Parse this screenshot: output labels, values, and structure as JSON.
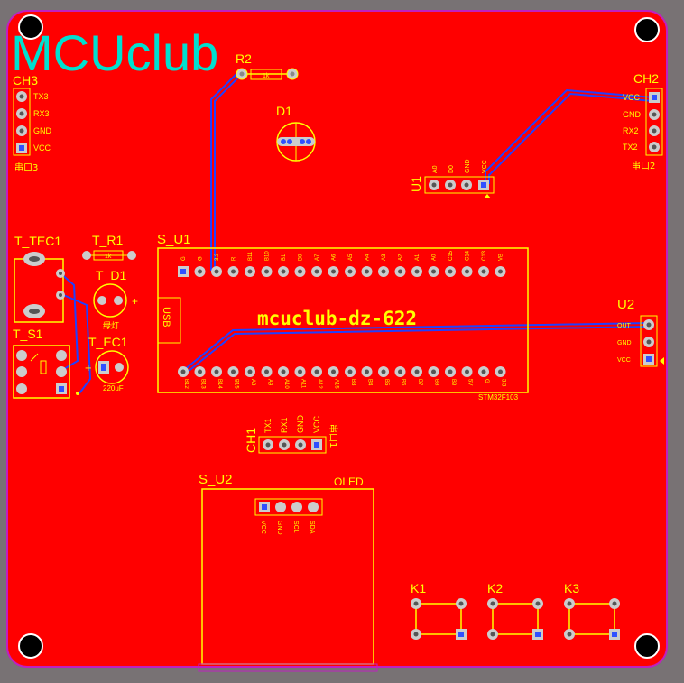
{
  "board": {
    "bg": "#787274",
    "copper": "#ff0000",
    "outline": "#c020c0",
    "silk": "#ffff00",
    "trace": "#2040ff"
  },
  "logo": "MCUclub",
  "brand": "mcuclub-dz-622",
  "resistors": {
    "r2_ref": "R2",
    "r2_val": "1k",
    "tr1_ref": "T_R1",
    "tr1_val": "1k"
  },
  "d1_ref": "D1",
  "ch3": {
    "ref": "CH3",
    "pins": [
      "TX3",
      "RX3",
      "GND",
      "VCC"
    ],
    "caption": "串口3"
  },
  "ch2": {
    "ref": "CH2",
    "pins": [
      "VCC",
      "GND",
      "RX2",
      "TX2"
    ],
    "caption": "串口2"
  },
  "u1": {
    "ref": "U1",
    "pins": [
      "A0",
      "D0",
      "GND",
      "VCC"
    ]
  },
  "u2": {
    "ref": "U2",
    "pins": [
      "OUT",
      "GND",
      "VCC"
    ]
  },
  "ch1": {
    "ref": "CH1",
    "pins": [
      "TX1",
      "RX1",
      "GND",
      "VCC"
    ],
    "caption": "串口1"
  },
  "tec1": "T_TEC1",
  "ts1": "T_S1",
  "td1": {
    "ref": "T_D1",
    "label": "绿灯"
  },
  "tec_cap": {
    "ref": "T_EC1",
    "value": "220uF"
  },
  "su1": {
    "ref": "S_U1",
    "usb": "USB",
    "chip": "STM32F103",
    "top_pins": [
      "G",
      "G",
      "3.3",
      "R",
      "B11",
      "B10",
      "B1",
      "B0",
      "A7",
      "A6",
      "A5",
      "A4",
      "A3",
      "A2",
      "A1",
      "A0",
      "C15",
      "C14",
      "C13",
      "VB"
    ],
    "bottom_pins": [
      "B12",
      "B13",
      "B14",
      "B15",
      "A8",
      "A9",
      "A10",
      "A11",
      "A12",
      "A15",
      "B3",
      "B4",
      "B5",
      "B6",
      "B7",
      "B8",
      "B9",
      "5V",
      "G",
      "3.3"
    ]
  },
  "su2": {
    "ref": "S_U2",
    "title": "OLED",
    "pins": [
      "VCC",
      "GND",
      "SCL",
      "SDA"
    ]
  },
  "keys": [
    "K1",
    "K2",
    "K3"
  ]
}
